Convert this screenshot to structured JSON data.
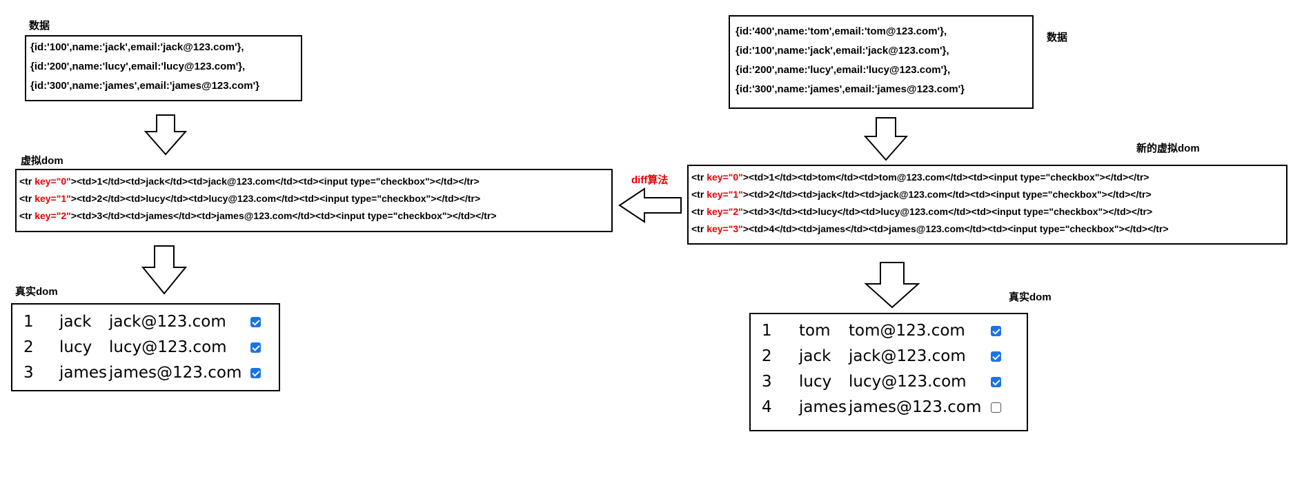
{
  "left": {
    "data_title": "数据",
    "data_lines": [
      "{id:'100',name:'jack',email:'jack@123.com'},",
      "{id:'200',name:'lucy',email:'lucy@123.com'},",
      "{id:'300',name:'james',email:'james@123.com'}"
    ],
    "vdom_title": "虚拟dom",
    "vdom_lines": [
      {
        "pre": "<tr ",
        "key": "key=\"0\"",
        "post": "><td>1</td><td>jack</td><td>jack@123.com</td><td><input type=\"checkbox\"></td></tr>"
      },
      {
        "pre": "<tr ",
        "key": "key=\"1\"",
        "post": "><td>2</td><td>lucy</td><td>lucy@123.com</td><td><input type=\"checkbox\"></td></tr>"
      },
      {
        "pre": "<tr ",
        "key": "key=\"2\"",
        "post": "><td>3</td><td>james</td><td>james@123.com</td><td><input type=\"checkbox\"></td></tr>"
      }
    ],
    "real_title": "真实dom",
    "real_rows": [
      {
        "num": "1",
        "name": "jack",
        "email": "jack@123.com",
        "checked": true
      },
      {
        "num": "2",
        "name": "lucy",
        "email": "lucy@123.com",
        "checked": true
      },
      {
        "num": "3",
        "name": "james",
        "email": "james@123.com",
        "checked": true
      }
    ]
  },
  "right": {
    "data_title": "数据",
    "data_lines": [
      "{id:'400',name:'tom',email:'tom@123.com'},",
      "{id:'100',name:'jack',email:'jack@123.com'},",
      "{id:'200',name:'lucy',email:'lucy@123.com'},",
      "{id:'300',name:'james',email:'james@123.com'}"
    ],
    "vdom_title": "新的虚拟dom",
    "vdom_lines": [
      {
        "pre": "<tr ",
        "key": "key=\"0\"",
        "post": "><td>1</td><td>tom</td><td>tom@123.com</td><td><input type=\"checkbox\"></td></tr>"
      },
      {
        "pre": "<tr ",
        "key": "key=\"1\"",
        "post": "><td>2</td><td>jack</td><td>jack@123.com</td><td><input type=\"checkbox\"></td></tr>"
      },
      {
        "pre": "<tr ",
        "key": "key=\"2\"",
        "post": "><td>3</td><td>lucy</td><td>lucy@123.com</td><td><input type=\"checkbox\"></td></tr>"
      },
      {
        "pre": "<tr ",
        "key": "key=\"3\"",
        "post": "><td>4</td><td>james</td><td>james@123.com</td><td><input type=\"checkbox\"></td></tr>"
      }
    ],
    "real_title": "真实dom",
    "real_rows": [
      {
        "num": "1",
        "name": "tom",
        "email": "tom@123.com",
        "checked": true
      },
      {
        "num": "2",
        "name": "jack",
        "email": "jack@123.com",
        "checked": true
      },
      {
        "num": "3",
        "name": "lucy",
        "email": "lucy@123.com",
        "checked": true
      },
      {
        "num": "4",
        "name": "james",
        "email": "james@123.com",
        "checked": false
      }
    ]
  },
  "diff_label": "diff算法",
  "colors": {
    "key": "#e60000",
    "diff_label": "#e60000",
    "checkbox": "#1a73e8"
  }
}
